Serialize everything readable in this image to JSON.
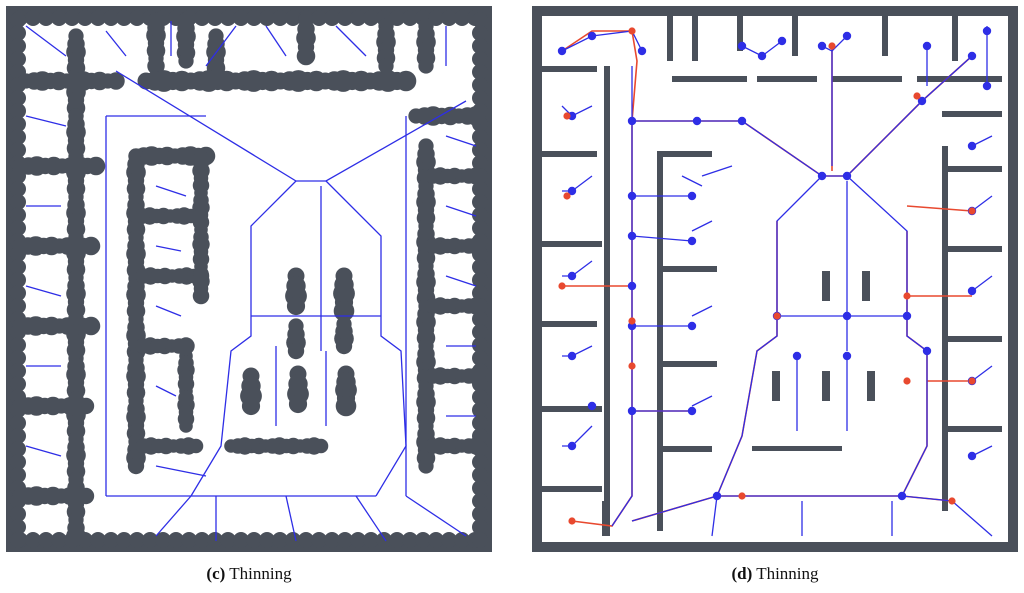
{
  "colors": {
    "wall": "#4a505a",
    "free": "#ffffff",
    "skeleton": "#2e2ee6",
    "path": "#e8492f",
    "node": "#2e2ee6",
    "path_node": "#e8492f"
  },
  "panels": [
    {
      "label": "(c)",
      "title": "Thinning"
    },
    {
      "label": "(d)",
      "title": "Thinning"
    }
  ]
}
